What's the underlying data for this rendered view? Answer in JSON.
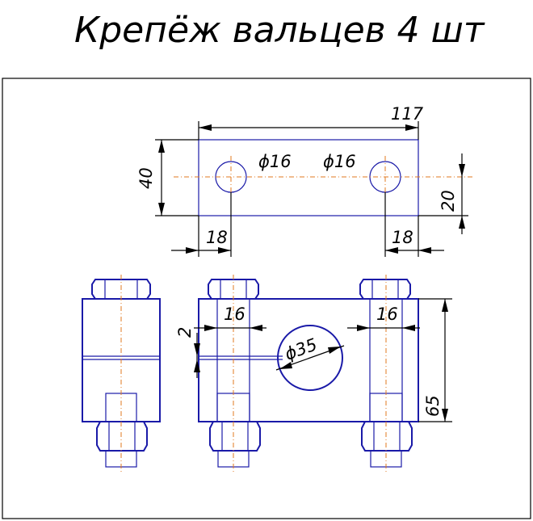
{
  "drawing": {
    "title": "Крепёж вальцев 4 шт"
  },
  "dimensions": {
    "overall_length": "117",
    "plate_height": "40",
    "hole_left_diameter": "ϕ16",
    "hole_right_diameter": "ϕ16",
    "hole_axis_height": "20",
    "hole_left_offset": "18",
    "hole_right_offset": "18",
    "bolt_left_width": "16",
    "bolt_right_width": "16",
    "gap": "2",
    "roll_diameter": "ϕ35",
    "block_height": "65"
  },
  "colors": {
    "outline": "#1a1aa8",
    "centerline": "#e07a1f",
    "dimension": "#000000"
  }
}
